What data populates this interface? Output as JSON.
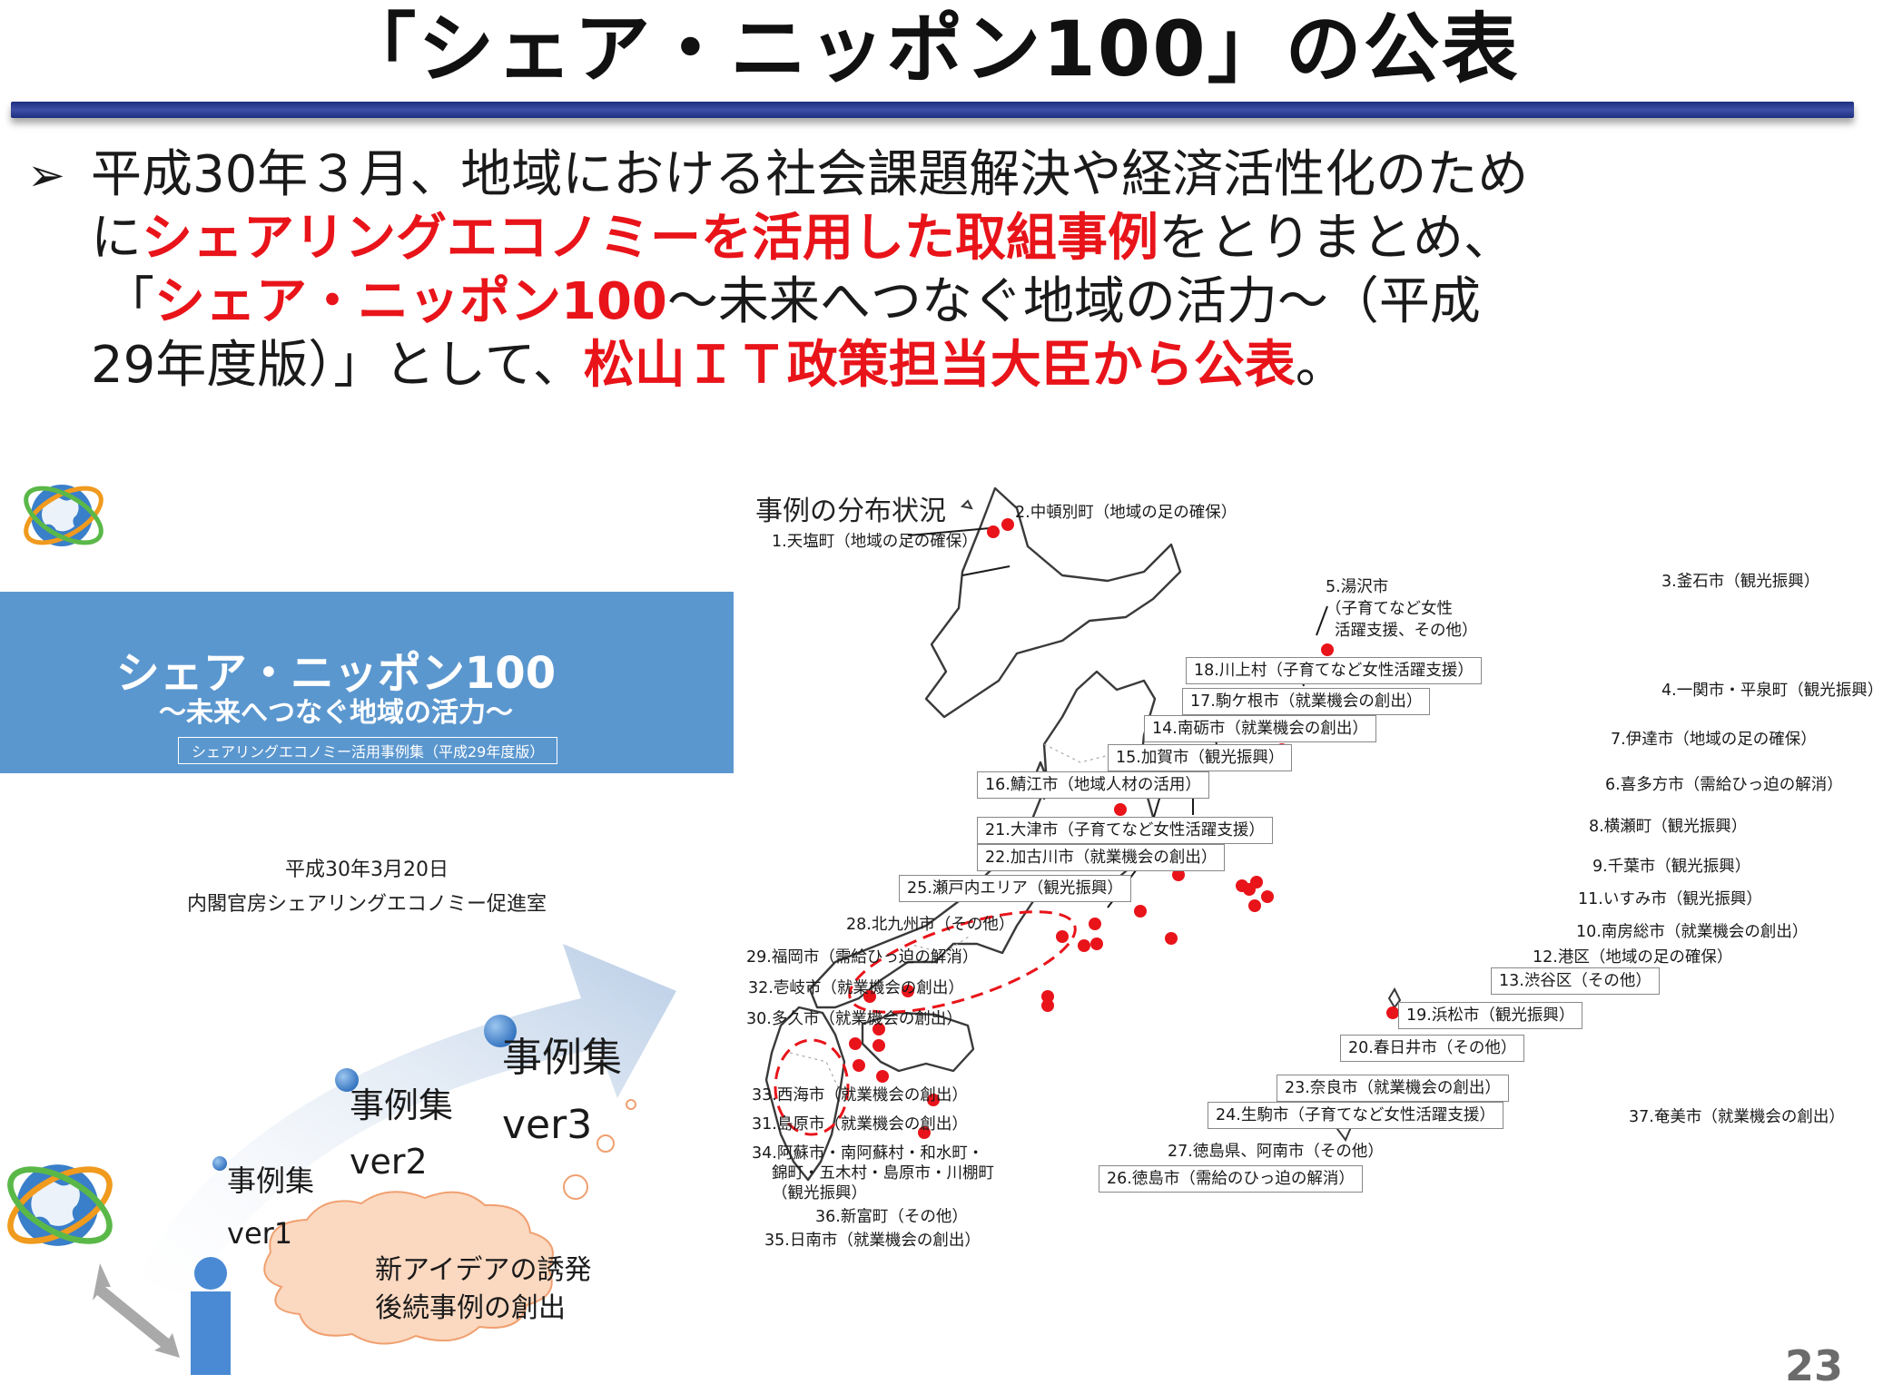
{
  "slide": {
    "title": "「シェア・ニッポン100」の公表",
    "page_number": "23"
  },
  "bullet": {
    "arrow": "➢",
    "line1": "平成30年３月、地域における社会課題解決や経済活性化のため",
    "line2_pre": "に",
    "line2_red": "シェアリングエコノミーを活用した取組事例",
    "line2_post": "をとりまとめ、",
    "line3_pre": "「",
    "line3_red": "シェア・ニッポン100",
    "line3_post": "～未来へつなぐ地域の活力～（平成",
    "line4_pre": "29年度版）」として、",
    "line4_red": "松山ＩＴ政策担当大臣から公表",
    "line4_post": "。"
  },
  "cover": {
    "title": "シェア・ニッポン100",
    "subtitle": "～未来へつなぐ地域の活力～",
    "caption": "シェアリングエコノミー活用事例集（平成29年度版）",
    "date": "平成30年3月20日",
    "org": "内閣官房シェアリングエコノミー促進室"
  },
  "evolution": {
    "v1_title": "事例集",
    "v1_ver": "ver1",
    "v2_title": "事例集",
    "v2_ver": "ver2",
    "v3_title": "事例集",
    "v3_ver": "ver3",
    "cloud_line1": "新アイデアの誘発",
    "cloud_line2": "後続事例の創出"
  },
  "map": {
    "heading": "事例の分布状況",
    "labels": {
      "l1": "1.天塩町（地域の足の確保）",
      "l2": "2.中頓別町（地域の足の確保）",
      "l3": "3.釜石市（観光振興）",
      "l4": "4.一関市・平泉町（観光振興）",
      "l5a": "5.湯沢市",
      "l5b": "（子育てなど女性",
      "l5c": "活躍支援、その他）",
      "l6": "6.喜多方市（需給ひっ迫の解消）",
      "l7": "7.伊達市（地域の足の確保）",
      "l8": "8.横瀬町（観光振興）",
      "l9": "9.千葉市（観光振興）",
      "l10": "10.南房総市（就業機会の創出）",
      "l11": "11.いすみ市（観光振興）",
      "l12": "12.港区（地域の足の確保）",
      "l13": "13.渋谷区（その他）",
      "l14": "14.南砺市（就業機会の創出）",
      "l15": "15.加賀市（観光振興）",
      "l16": "16.鯖江市（地域人材の活用）",
      "l17": "17.駒ケ根市（就業機会の創出）",
      "l18": "18.川上村（子育てなど女性活躍支援）",
      "l19": "19.浜松市（観光振興）",
      "l20": "20.春日井市（その他）",
      "l21": "21.大津市（子育てなど女性活躍支援）",
      "l22": "22.加古川市（就業機会の創出）",
      "l23": "23.奈良市（就業機会の創出）",
      "l24": "24.生駒市（子育てなど女性活躍支援）",
      "l25": "25.瀬戸内エリア（観光振興）",
      "l26": "26.徳島市（需給のひっ迫の解消）",
      "l27": "27.徳島県、阿南市（その他）",
      "l28": "28.北九州市（その他）",
      "l29": "29.福岡市（需給ひっ迫の解消）",
      "l30": "30.多久市（就業機会の創出）",
      "l31": "31.島原市（就業機会の創出）",
      "l32": "32.壱岐市（就業機会の創出）",
      "l33": "33.西海市（就業機会の創出）",
      "l34a": "34.阿蘇市・南阿蘇村・和水町・",
      "l34b": "錦町・五木村・島原市・川棚町",
      "l34c": "（観光振興）",
      "l35": "35.日南市（就業機会の創出）",
      "l36": "36.新富町（その他）",
      "l37": "37.奄美市（就業機会の創出）"
    }
  },
  "colors": {
    "accent_red": "#e8141a",
    "rule_navy": "#1d2f7e",
    "banner_blue": "#5b97cf",
    "marker_red": "#e8141a"
  }
}
